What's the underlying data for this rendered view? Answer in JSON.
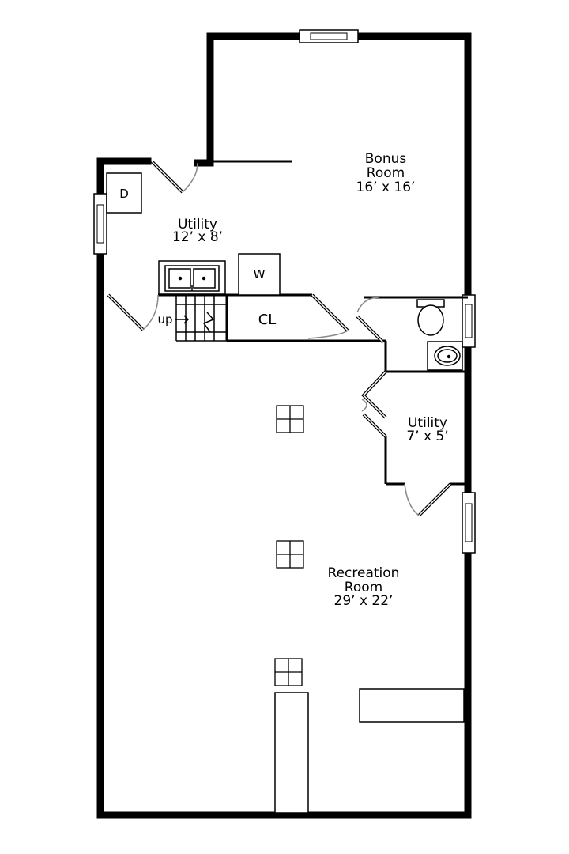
{
  "rooms": {
    "bonus": {
      "name": "Bonus",
      "name2": "Room",
      "size": "16’ x 16’"
    },
    "utility_main": {
      "name": "Utility",
      "size": "12’ x 8’"
    },
    "utility_small": {
      "name": "Utility",
      "size": "7’ x 5’"
    },
    "recreation": {
      "name": "Recreation",
      "name2": "Room",
      "size": "29’ x 22’"
    }
  },
  "labels": {
    "dryer": "D",
    "washer": "W",
    "closet": "CL",
    "stairs": "up"
  }
}
